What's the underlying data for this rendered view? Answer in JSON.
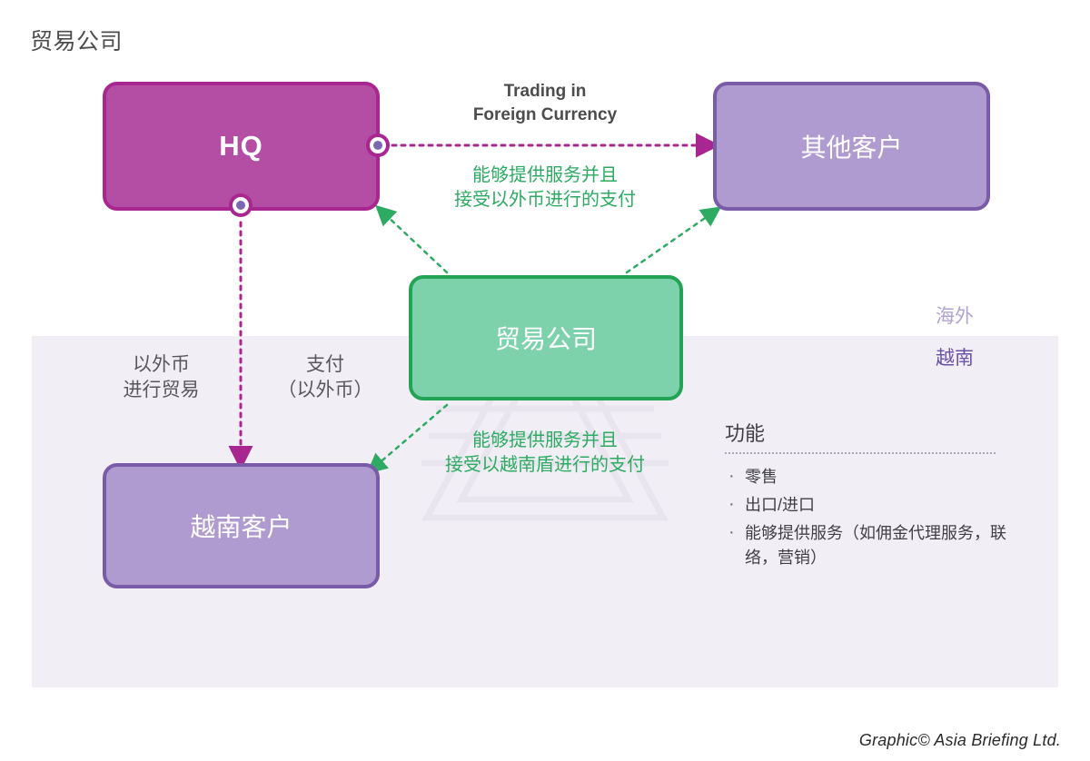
{
  "page": {
    "title": "贸易公司",
    "footer_credit": "Graphic© Asia Briefing Ltd."
  },
  "regions": {
    "overseas_label": "海外",
    "vietnam_label": "越南",
    "band_fill": "#f1eef6"
  },
  "nodes": {
    "hq": {
      "label": "HQ",
      "fill": "#b44ea4",
      "border": "#a8268f",
      "text_color": "#ffffff"
    },
    "other_clients": {
      "label": "其他客户",
      "fill": "#af9bd0",
      "border": "#7a5ba8",
      "text_color": "#ffffff"
    },
    "trading_company": {
      "label": "贸易公司",
      "fill": "#7dd2ac",
      "border": "#23a455",
      "text_color": "#ffffff"
    },
    "vietnam_clients": {
      "label": "越南客户",
      "fill": "#af9bd0",
      "border": "#7a5ba8",
      "text_color": "#ffffff"
    }
  },
  "edge_labels": {
    "trading_in_foreign_currency_line1": "Trading in",
    "trading_in_foreign_currency_line2": "Foreign Currency",
    "service_fx_line1": "能够提供服务并且",
    "service_fx_line2": "接受以外币进行的支付",
    "trade_fx_line1": "以外币",
    "trade_fx_line2": "进行贸易",
    "payment_fx_line1": "支付",
    "payment_fx_line2": "（以外币）",
    "service_vnd_line1": "能够提供服务并且",
    "service_vnd_line2": "接受以越南盾进行的支付",
    "green_color": "#2eab62",
    "magenta_color": "#a8268f"
  },
  "functions": {
    "title": "功能",
    "items": [
      "零售",
      "出口/进口",
      "能够提供服务（如佣金代理服务，联络，营销）"
    ]
  }
}
